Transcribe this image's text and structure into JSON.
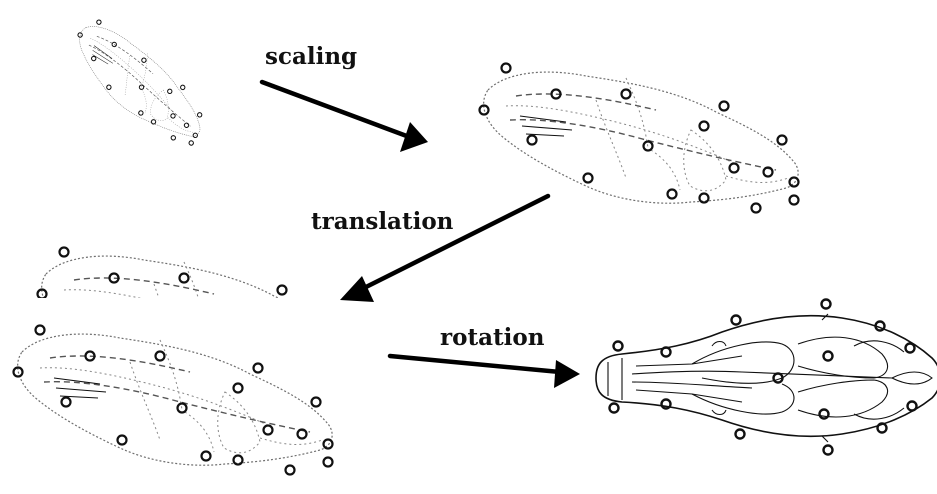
{
  "steps": {
    "scaling": "scaling",
    "translation": "translation",
    "rotation": "rotation"
  },
  "colors": {
    "background": "#ffffff",
    "ink": "#000000",
    "outline": "#6f6f6f"
  },
  "icons": [
    "skull-outline",
    "landmark-circle",
    "arrow"
  ]
}
